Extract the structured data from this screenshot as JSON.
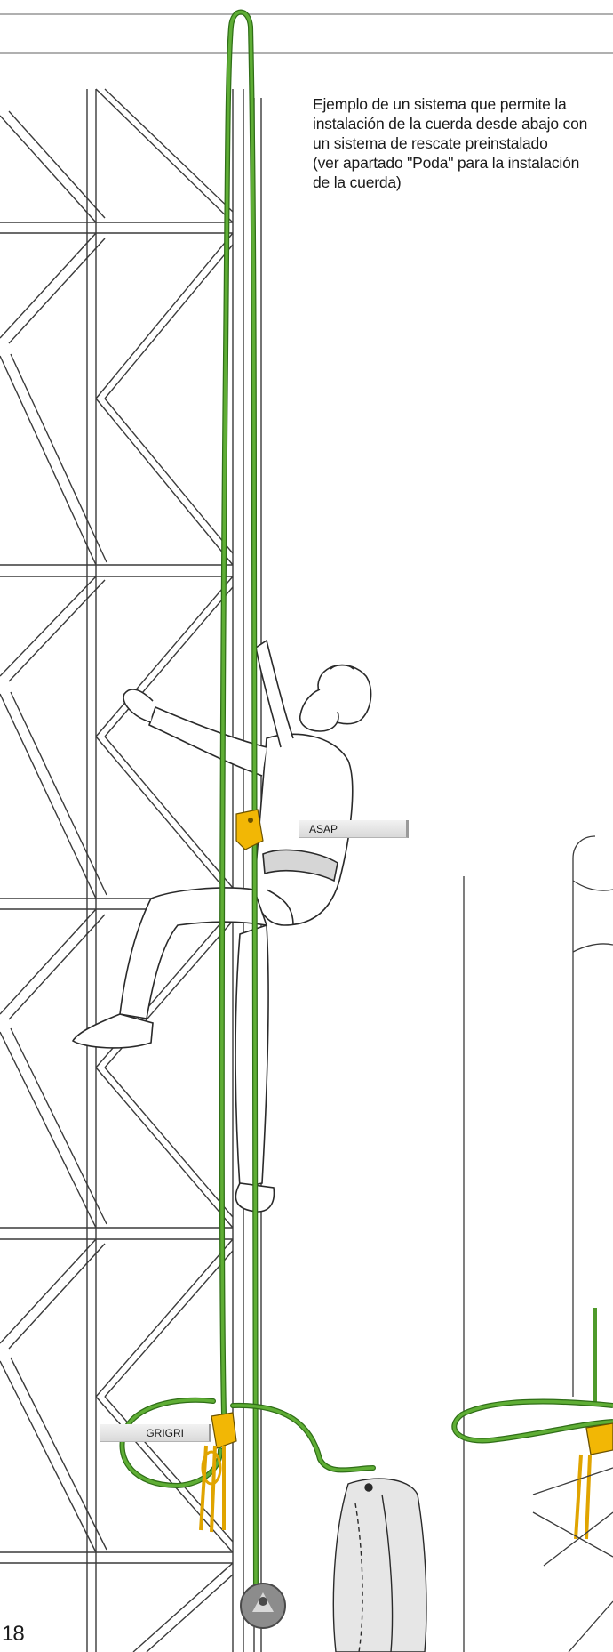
{
  "document": {
    "intro_lines": [
      "Ejemplo de un sistema que permite la",
      "instalación de la cuerda desde abajo con",
      "un sistema de rescate preinstalado",
      "(ver apartado \"Poda\" para la instalación",
      "de la cuerda)"
    ],
    "labels": {
      "asap": "ASAP",
      "grigri": "GRIGRI"
    },
    "page_number": "18"
  },
  "colors": {
    "rope": "#4f9a2b",
    "rope_dark": "#2f6e17",
    "device_yellow": "#f2b705",
    "line_art": "#2a2a2a",
    "label_bg": "#e3e3e3"
  },
  "icons": {
    "asap": "asap-fall-arrester-icon",
    "grigri": "grigri-belay-device-icon",
    "bag": "rope-bag-icon",
    "pulley": "rope-end-weight-icon"
  }
}
